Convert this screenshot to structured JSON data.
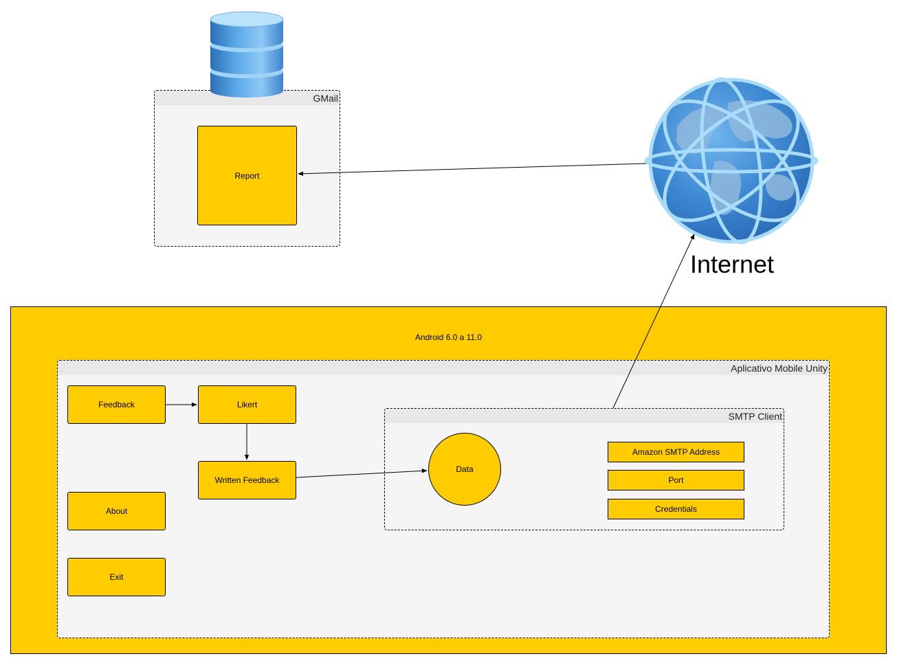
{
  "android": {
    "label": "Android 6.0 a 11.0"
  },
  "gmail": {
    "title": "GMail",
    "report": "Report"
  },
  "app": {
    "title": "Aplicativo Mobile Unity",
    "feedback": "Feedback",
    "likert": "Likert",
    "written_feedback": "Written Feedback",
    "about": "About",
    "exit": "Exit"
  },
  "smtp": {
    "title": "SMTP Client",
    "data": "Data",
    "address": "Amazon SMTP Address",
    "port": "Port",
    "credentials": "Credentials"
  },
  "internet": {
    "label": "Internet"
  },
  "icons": {
    "database": "database-icon",
    "globe": "globe-icon"
  },
  "colors": {
    "box_fill": "#ffcc00",
    "group_fill": "#f5f5f5",
    "group_header": "#e8e8e8",
    "db_blue": "#3d8bd1",
    "globe_blue": "#4a90d9"
  },
  "edges": [
    {
      "from": "Internet",
      "to": "Report"
    },
    {
      "from": "Feedback",
      "to": "Likert"
    },
    {
      "from": "Likert",
      "to": "Written Feedback"
    },
    {
      "from": "Written Feedback",
      "to": "Data"
    },
    {
      "from": "SMTP Client",
      "to": "Internet"
    }
  ]
}
